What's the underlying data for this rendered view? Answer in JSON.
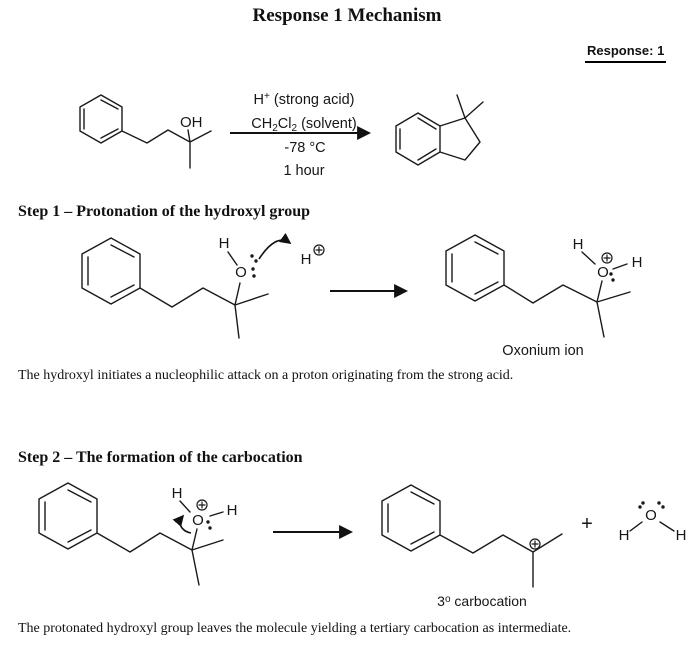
{
  "page": {
    "title": "Response 1 Mechanism",
    "response_tag": "Response: 1"
  },
  "scheme": {
    "oh": "OH",
    "cond1_h": "H",
    "cond1_sup": "+",
    "cond1_rest": " (strong acid)",
    "cond2_a": "CH",
    "cond2_s1": "2",
    "cond2_b": "Cl",
    "cond2_s2": "2",
    "cond2_rest": " (solvent)",
    "cond3": "-78 °C",
    "cond4": "1 hour"
  },
  "step1": {
    "heading": "Step 1 – Protonation of the hydroxyl group",
    "reactant": {
      "h": "H",
      "o": "O"
    },
    "proton_h": "H",
    "oxonium": {
      "h_left": "H",
      "o": "O",
      "h_right": "H",
      "label": "Oxonium ion"
    },
    "caption": "The hydroxyl initiates a nucleophilic attack on a proton originating from the strong acid."
  },
  "step2": {
    "heading": "Step 2 – The formation of the carbocation",
    "oxonium": {
      "h_left": "H",
      "o": "O",
      "h_right": "H"
    },
    "carbocation": {
      "label_num": "3",
      "label_sup": "o",
      "label_rest": " carbocation"
    },
    "plus_sign": "+",
    "water": {
      "h_left": "H",
      "o": "O",
      "h_right": "H"
    },
    "caption": "The protonated hydroxyl group leaves the molecule yielding a tertiary carbocation as intermediate."
  }
}
